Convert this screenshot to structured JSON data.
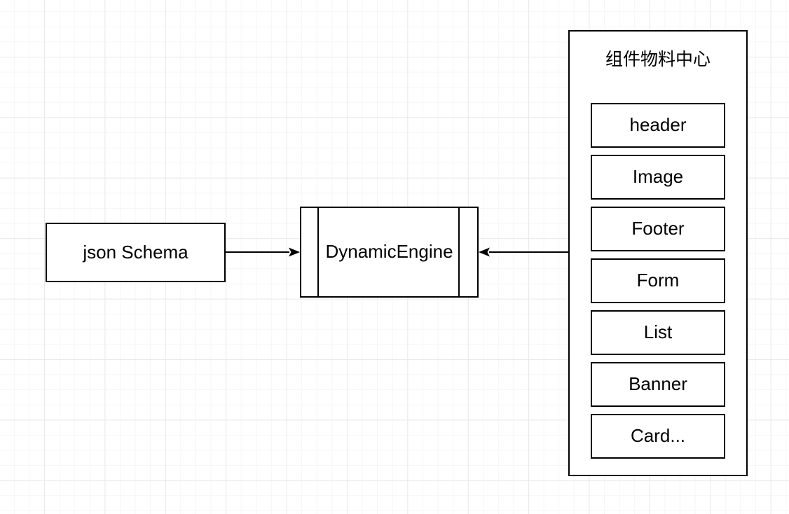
{
  "diagram": {
    "nodes": {
      "json_schema": {
        "label": "json Schema"
      },
      "dynamic_engine": {
        "label": "DynamicEngine"
      },
      "material_center": {
        "title": "组件物料中心",
        "components": [
          "header",
          "Image",
          "Footer",
          "Form",
          "List",
          "Banner",
          "Card..."
        ]
      }
    },
    "edges": [
      {
        "from": "json_schema",
        "to": "dynamic_engine",
        "direction": "right"
      },
      {
        "from": "material_center",
        "to": "dynamic_engine",
        "direction": "left"
      }
    ],
    "colors": {
      "stroke": "#000000",
      "node_fill": "#ffffff",
      "canvas_background": "#ffffff",
      "grid_minor": "#f6f6f6",
      "grid_major": "#e9e9e9"
    }
  }
}
